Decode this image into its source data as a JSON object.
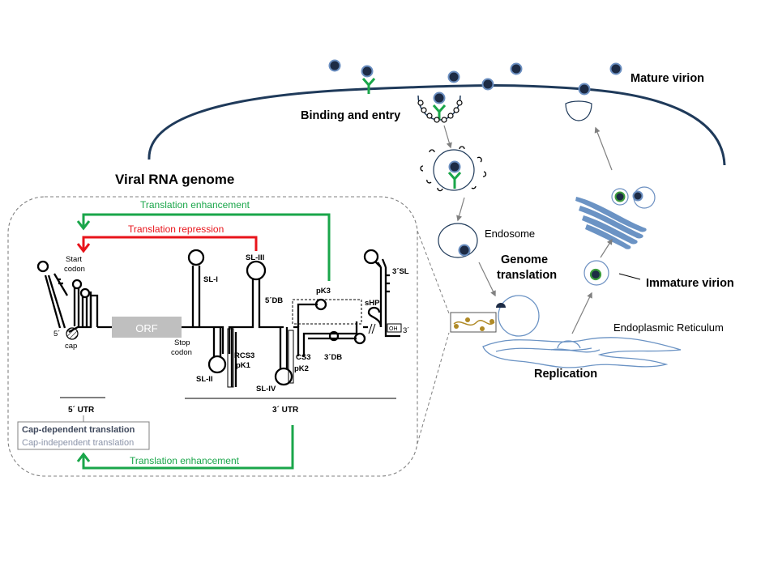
{
  "title": "Viral RNA genome",
  "lifecycle": {
    "binding_entry": "Binding and entry",
    "mature_virion": "Mature virion",
    "endosome": "Endosome",
    "genome_translation_1": "Genome",
    "genome_translation_2": "translation",
    "immature_virion": "Immature virion",
    "er": "Endoplasmic Reticulum",
    "replication": "Replication"
  },
  "genome": {
    "translation_enhancement_top": "Translation enhancement",
    "translation_repression": "Translation repression",
    "translation_enhancement_bottom": "Translation enhancement",
    "start_codon_1": "Start",
    "start_codon_2": "codon",
    "stop_codon_1": "Stop",
    "stop_codon_2": "codon",
    "orf": "ORF",
    "five_prime": "5´",
    "cap": "cap",
    "three_prime": "3´",
    "oh": "OH",
    "utr5": "5´ UTR",
    "utr3": "3´ UTR",
    "sl1": "SL-I",
    "sl2": "SL-II",
    "sl3": "SL-III",
    "sl4": "SL-IV",
    "rcs3": "RCS3",
    "pk1": "pK1",
    "cs3": "CS3",
    "pk2": "pK2",
    "pk3": "pK3",
    "db5": "5´DB",
    "db3": "3´DB",
    "shp": "sHP",
    "sl3prime": "3´SL",
    "cap_dependent": "Cap-dependent translation",
    "cap_independent": "Cap-independent translation"
  },
  "colors": {
    "green": "#1aa64a",
    "red": "#e8141b",
    "membrane": "#1f3a5a",
    "er": "#6b93c4",
    "virion_fill": "#1d2b45",
    "orf_box": "#bfbfbf"
  }
}
